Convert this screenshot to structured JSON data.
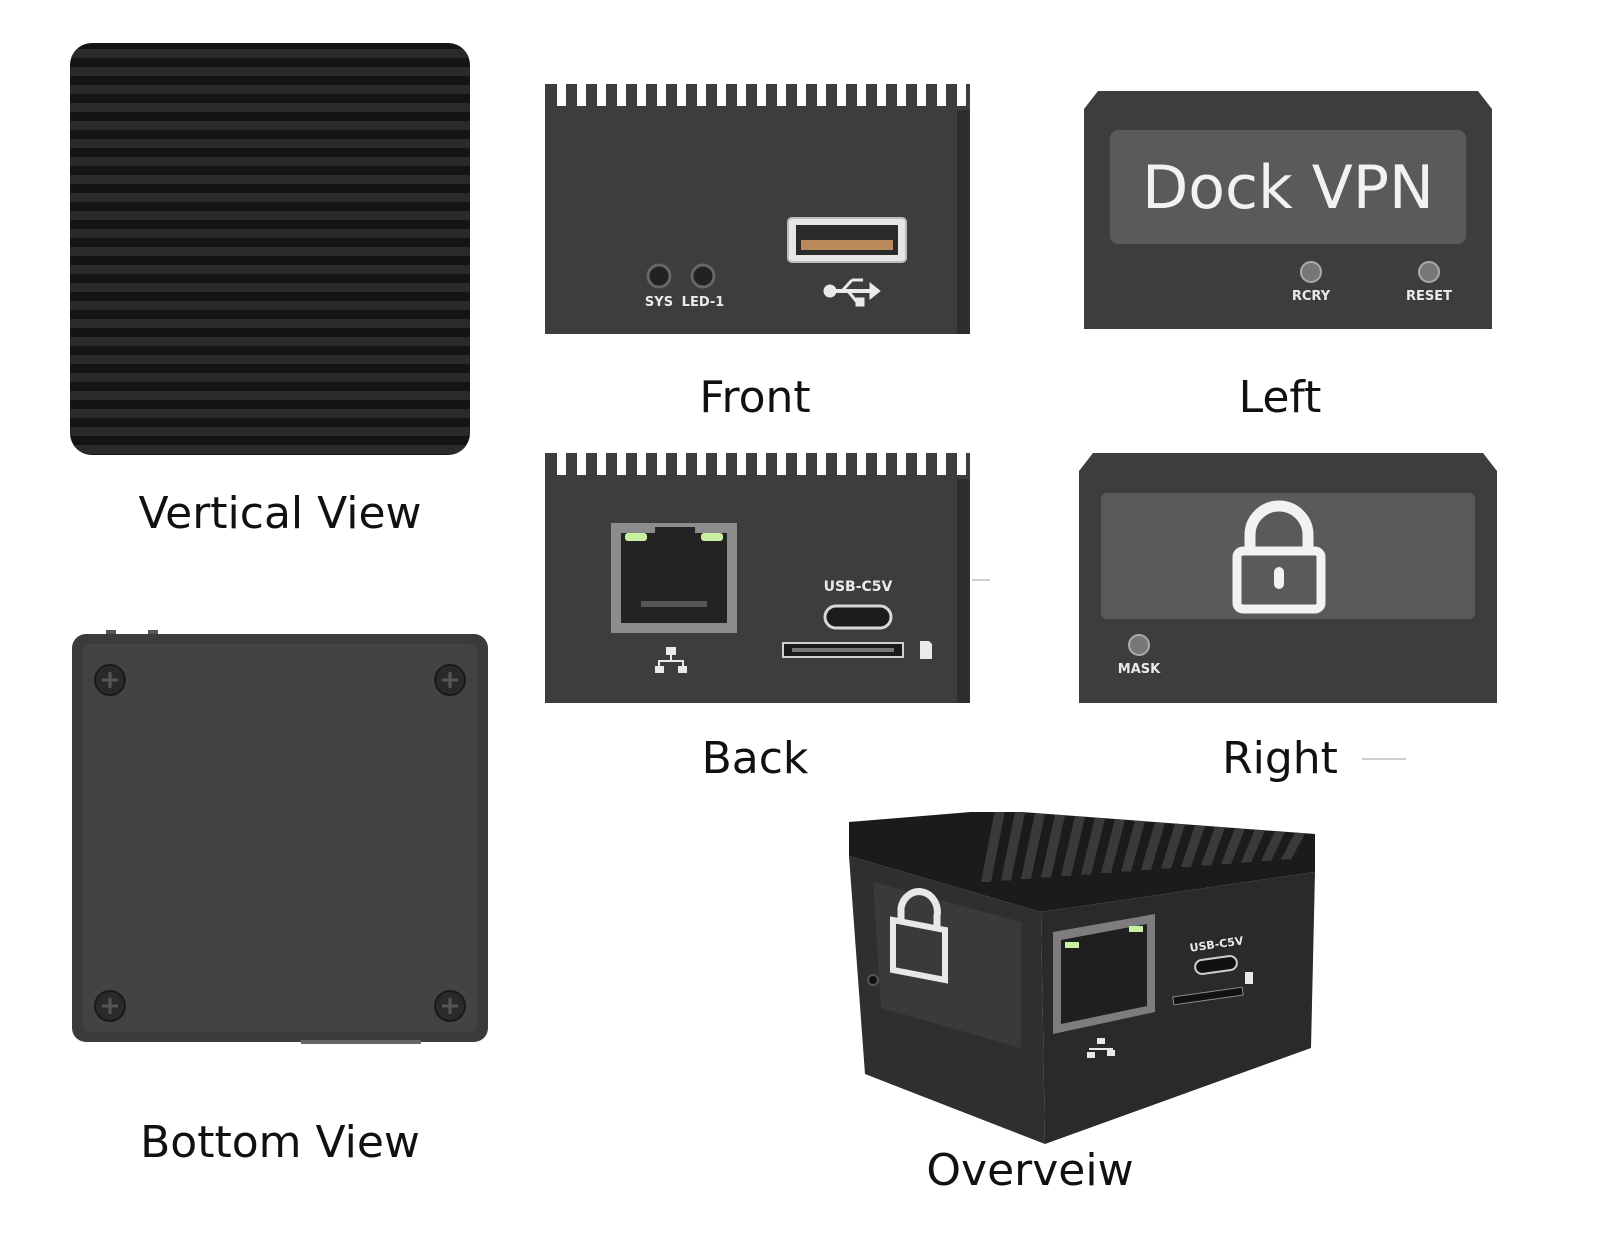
{
  "captions": {
    "vertical": "Vertical View",
    "front": "Front",
    "left": "Left",
    "back": "Back",
    "right": "Right",
    "bottom": "Bottom View",
    "overview": "Overveiw"
  },
  "labels": {
    "brand": "Dock VPN",
    "sys": "SYS",
    "led1": "LED-1",
    "rcry": "RCRY",
    "reset": "RESET",
    "usbc": "USB-C5V",
    "mask": "MASK"
  },
  "colors": {
    "body": "#3c3c3e",
    "fin": "#1c1c1d",
    "panel": "#59595b",
    "led": "#c9f0a0"
  }
}
